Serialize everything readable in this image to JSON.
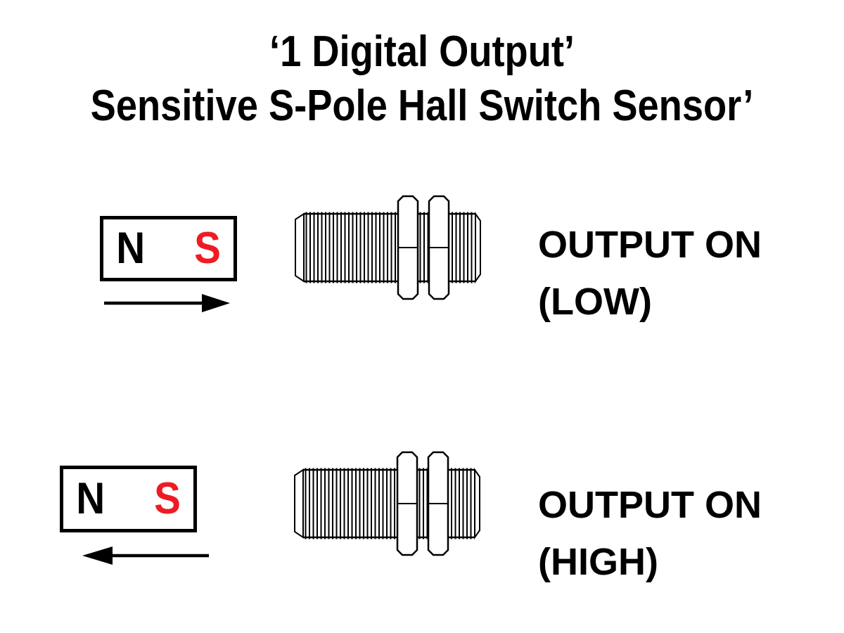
{
  "title": {
    "line1": "‘1 Digital Output’",
    "line2": "Sensitive S-Pole Hall Switch Sensor’"
  },
  "colors": {
    "background": "#FFFFFF",
    "ink": "#000000",
    "south_pole_red": "#ED1C24"
  },
  "rows": [
    {
      "magnet": {
        "north": "N",
        "south": "S"
      },
      "arrow_direction": "right",
      "output": {
        "line1": "OUTPUT ON",
        "line2": "(LOW)"
      }
    },
    {
      "magnet": {
        "north": "N",
        "south": "S"
      },
      "arrow_direction": "left",
      "output": {
        "line1": "OUTPUT ON",
        "line2": "(HIGH)"
      }
    }
  ]
}
